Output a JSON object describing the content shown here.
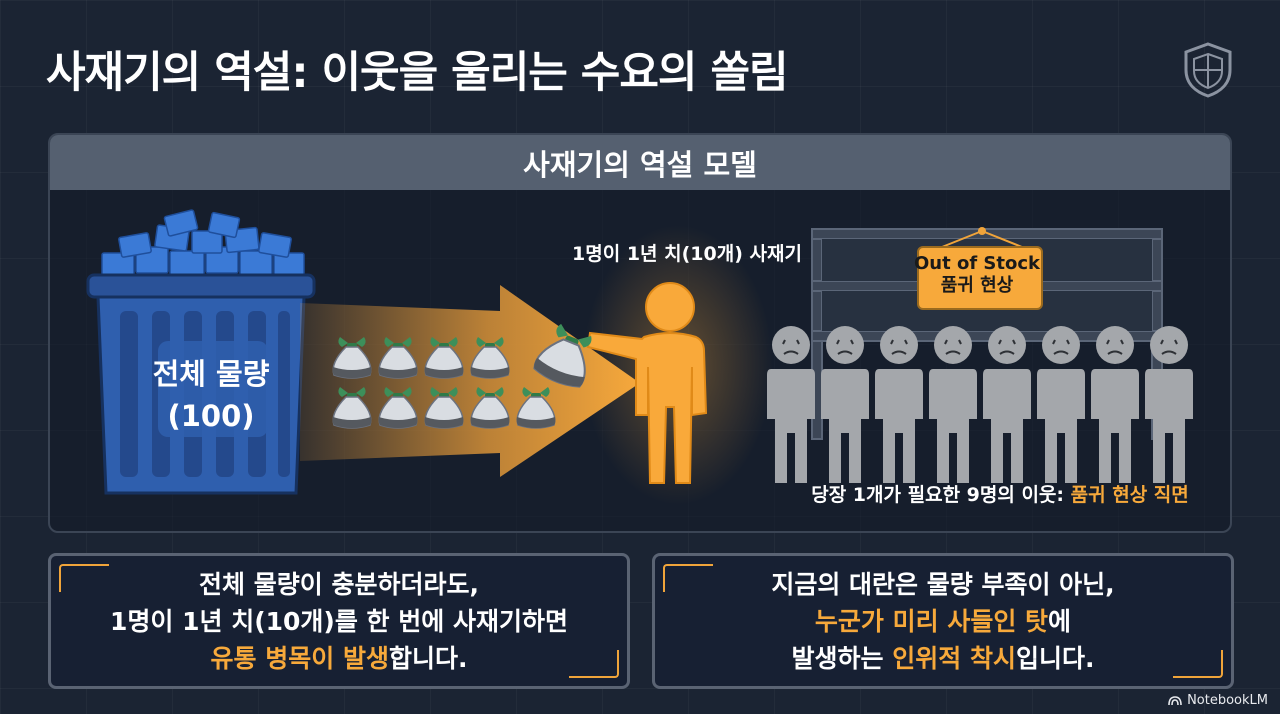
{
  "page": {
    "title": "사재기의 역설: 이웃을 울리는 수요의 쏠림",
    "brand": "NotebookLM"
  },
  "model": {
    "header": "사재기의 역설 모델",
    "bin_label_line1": "전체 물량",
    "bin_label_line2": "(100)",
    "hoarder_caption": "1명이 1년 치(10개) 사재기",
    "sign_line1": "Out of Stock",
    "sign_line2": "품귀 현상",
    "neighbors_caption_prefix": "당장 1개가 필요한 9명의 이웃: ",
    "neighbors_caption_highlight": "품귀 현상 직면"
  },
  "boxes": {
    "left": {
      "line1": "전체 물량이 충분하더라도,",
      "line2": "1명이 1년 치(10개)를 한 번에 사재기하면",
      "line3_highlight": "유통 병목이 발생",
      "line3_rest": "합니다."
    },
    "right": {
      "line1": "지금의 대란은 물량 부족이 아닌,",
      "line2_highlight": "누군가 미리 사들인 탓",
      "line2_rest": "에",
      "line3_prefix": "발생하는 ",
      "line3_highlight": "인위적 착시",
      "line3_rest": "입니다."
    }
  },
  "colors": {
    "accent_orange": "#f7a93b",
    "bin_blue": "#2f5fae",
    "neighbor_gray": "#a4a7ab"
  },
  "icons": {
    "shield": "shield-icon",
    "brand": "notebooklm-logo-icon"
  }
}
